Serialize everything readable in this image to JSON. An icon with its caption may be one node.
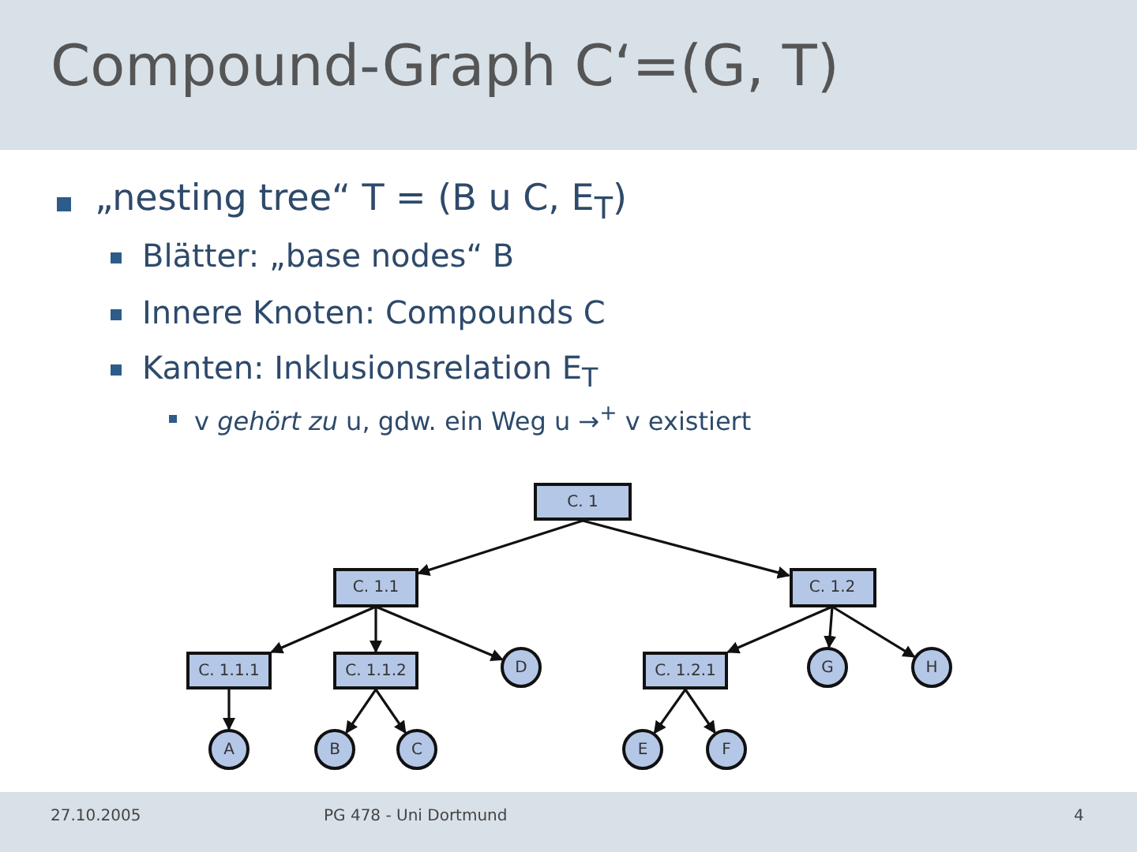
{
  "diagram": {
    "title": "Compound-Graph C‘=(G, T)",
    "nodes": [
      {
        "text": [
          "C. 1"
        ]
      },
      {
        "text": [
          "C. 1.1"
        ]
      },
      {
        "text": [
          "C. 1.2"
        ]
      },
      {
        "text": [
          "C. 1.1.1"
        ]
      },
      {
        "text": [
          "C. 1.1.2"
        ]
      },
      {
        "text": [
          "D"
        ]
      },
      {
        "text": [
          "C. 1.2.1"
        ]
      },
      {
        "text": [
          "G"
        ]
      },
      {
        "text": [
          "H"
        ]
      },
      {
        "text": [
          "A"
        ]
      },
      {
        "text": [
          "B"
        ]
      },
      {
        "text": [
          "C"
        ]
      },
      {
        "text": [
          "E"
        ]
      },
      {
        "text": [
          "F"
        ]
      }
    ],
    "edges": [
      {
        "from": 0,
        "to": 1,
        "arrow": "to"
      },
      {
        "from": 0,
        "to": 2,
        "arrow": "to"
      },
      {
        "from": 1,
        "to": 3,
        "arrow": "to"
      },
      {
        "from": 1,
        "to": 4,
        "arrow": "to"
      },
      {
        "from": 1,
        "to": 5,
        "arrow": "to"
      },
      {
        "from": 2,
        "to": 6,
        "arrow": "to"
      },
      {
        "from": 2,
        "to": 7,
        "arrow": "to"
      },
      {
        "from": 2,
        "to": 8,
        "arrow": "to"
      },
      {
        "from": 3,
        "to": 9,
        "arrow": "to"
      },
      {
        "from": 4,
        "to": 10,
        "arrow": "to"
      },
      {
        "from": 4,
        "to": 11,
        "arrow": "to"
      },
      {
        "from": 6,
        "to": 12,
        "arrow": "to"
      },
      {
        "from": 6,
        "to": 13,
        "arrow": "to"
      }
    ],
    "labels": [
      "„nesting tree“ T = (B u C, E$_{T}$)",
      "Blätter: „base nodes“ B",
      "Innere Knoten: Compounds C",
      "Kanten: Inklusionsrelation E$_{T}$",
      "v *gehört zu* u, gdw. ein Weg u →$^{+}$ v existiert",
      "27.10.2005",
      "PG 478 - Uni Dortmund",
      "4"
    ]
  }
}
